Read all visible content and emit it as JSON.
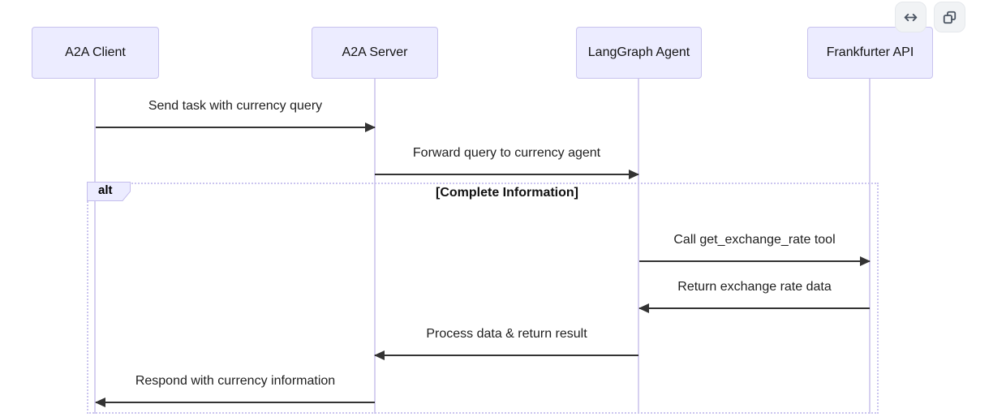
{
  "toolbar": {
    "resize_button": {
      "icon": "left-right-arrow-icon"
    },
    "copy_button": {
      "icon": "copy-icon"
    }
  },
  "diagram": {
    "type": "sequence",
    "participants": [
      {
        "label": "A2A Client"
      },
      {
        "label": "A2A Server"
      },
      {
        "label": "LangGraph Agent"
      },
      {
        "label": "Frankfurter API"
      }
    ],
    "messages": [
      {
        "from": "A2A Client",
        "to": "A2A Server",
        "direction": "right",
        "label": "Send task with currency query"
      },
      {
        "from": "A2A Server",
        "to": "LangGraph Agent",
        "direction": "right",
        "label": "Forward query to currency agent"
      },
      {
        "from": "LangGraph Agent",
        "to": "Frankfurter API",
        "direction": "right",
        "label": "Call get_exchange_rate tool"
      },
      {
        "from": "Frankfurter API",
        "to": "LangGraph Agent",
        "direction": "left",
        "label": "Return exchange rate data"
      },
      {
        "from": "LangGraph Agent",
        "to": "A2A Server",
        "direction": "left",
        "label": "Process data & return result"
      },
      {
        "from": "A2A Server",
        "to": "A2A Client",
        "direction": "left",
        "label": "Respond with currency information"
      }
    ],
    "alt_frame": {
      "keyword": "alt",
      "condition": "[Complete Information]"
    },
    "colors": {
      "participant_fill": "#ECECFF",
      "participant_border": "#c8c2ee",
      "lifeline": "#d6d0f0",
      "frame_border": "#cbc5ef",
      "message_line": "#333333",
      "text": "#1f1f1f",
      "button_bg": "#f1f3f5",
      "button_icon": "#4a5462"
    }
  }
}
